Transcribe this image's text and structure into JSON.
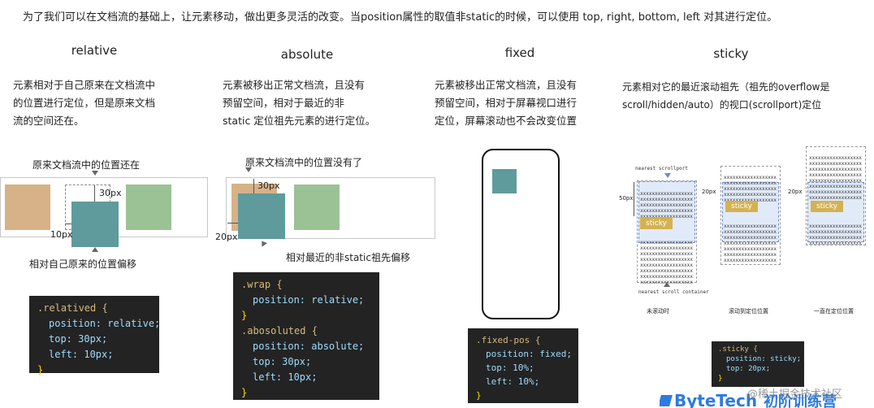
{
  "intro": "为了我们可以在文档流的基础上，让元素移动，做出更多灵活的改变。当position属性的取值非static的时候，可以使用 top, right, bottom, left 对其进行定位。",
  "relative": {
    "title": "relative",
    "desc": [
      "元素相对于自己原来在文档流中",
      "的位置进行定位，但是原来文档",
      "流的空间还在。"
    ],
    "label_top": "原来文档流中的位置还在",
    "label_30": "30px",
    "label_10": "10px",
    "label_bottom": "相对自己原来的位置偏移",
    "code": [
      ".relatived {",
      "position: relative;",
      "top: 30px;",
      "left: 10px;",
      "}"
    ]
  },
  "absolute": {
    "title": "absolute",
    "desc": [
      "元素被移出正常文档流，且没有",
      "预留空间，相对于最近的非",
      "static 定位祖先元素的进行定位。"
    ],
    "label_top": "原来文档流中的位置没有了",
    "label_30": "30px",
    "label_20": "20px",
    "label_bottom": "相对最近的非static祖先偏移",
    "code": [
      ".wrap {",
      "position: relative;",
      "}",
      ".abosoluted {",
      "position: absolute;",
      "top: 30px;",
      "left: 10px;",
      "}"
    ]
  },
  "fixed": {
    "title": "fixed",
    "desc": [
      "元素被移出正常文档流，且没有",
      "预留空间，相对于屏幕视口进行",
      "定位，屏幕滚动也不会改变位置"
    ],
    "code": [
      ".fixed-pos {",
      "position: fixed;",
      "top: 10%;",
      "left: 10%;",
      "}"
    ]
  },
  "sticky": {
    "title": "sticky",
    "desc": [
      "元素相对它的最近滚动祖先（祖先的overflow是",
      "scroll/hidden/auto）的视口(scrollport)定位"
    ],
    "label_scrollport": "nearest scrollport",
    "label_container": "nearest scroll container",
    "label_50": "50px",
    "label_20a": "20px",
    "label_20b": "20px",
    "sticky_label": "sticky",
    "filler": "xxxxxxxxxxxxxxxxxx",
    "captions": [
      "未滚动时",
      "滚动到定位位置",
      "一直在定位位置"
    ],
    "code": [
      ".sticky {",
      "position: sticky;",
      "top: 20px;",
      "}"
    ]
  },
  "footer": {
    "brand": "ByteTech",
    "subtitle": "初阶训练营",
    "watermark": "@稀土掘金技术社区"
  },
  "colors": {
    "tan": "#d7b187",
    "teal": "#5f9b9c",
    "green": "#9bc295",
    "code_bg": "#232323",
    "sticky": "#d4b252"
  }
}
